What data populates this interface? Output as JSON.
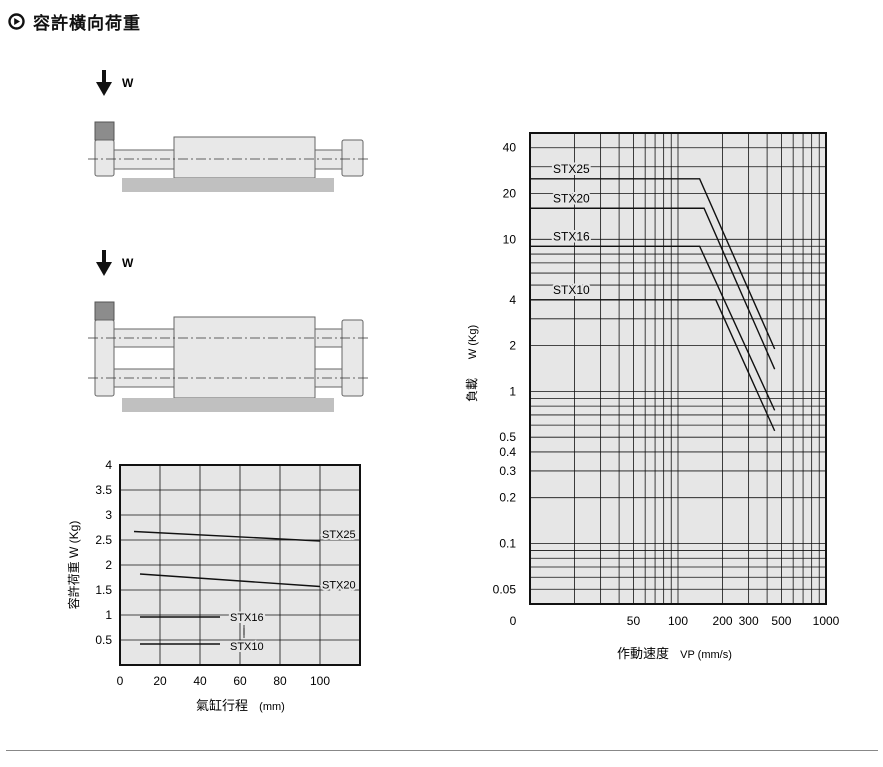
{
  "header": {
    "title": "容許橫向荷重",
    "icon": "circled-triangle-bullet-icon"
  },
  "diagrams": [
    {
      "load_label": "W",
      "icon": "down-arrow-icon"
    },
    {
      "load_label": "W",
      "icon": "down-arrow-icon"
    }
  ],
  "chart_data": [
    {
      "type": "line",
      "xlabel": "氣缸行程",
      "xunit": "(mm)",
      "ylabel": "容許荷重 W (Kg)",
      "xlim": [
        0,
        120
      ],
      "ylim": [
        0,
        4
      ],
      "xticks": [
        0,
        20,
        40,
        60,
        80,
        100
      ],
      "xtick_labels": [
        "0",
        "20",
        "40",
        "60",
        "80",
        "100"
      ],
      "yticks": [
        0.5,
        1,
        1.5,
        2,
        2.5,
        3,
        3.5,
        4
      ],
      "ytick_labels": [
        "0.5",
        "1",
        "1.5",
        "2",
        "2.5",
        "3",
        "3.5",
        "4"
      ],
      "grid": true,
      "series": [
        {
          "name": "STX25",
          "x": [
            7,
            100
          ],
          "y": [
            2.67,
            2.48
          ]
        },
        {
          "name": "STX20",
          "x": [
            10,
            100
          ],
          "y": [
            1.82,
            1.57
          ]
        },
        {
          "name": "STX16",
          "x": [
            10,
            50
          ],
          "y": [
            0.96,
            0.96
          ]
        },
        {
          "name": "STX10",
          "x": [
            10,
            50
          ],
          "y": [
            0.42,
            0.42
          ]
        }
      ]
    },
    {
      "type": "line",
      "xscale": "log",
      "yscale": "log",
      "xlabel": "作動速度",
      "xunit": "VP (mm/s)",
      "ylabel": "負載",
      "yunit": "W (Kg)",
      "xlim": [
        10,
        1000
      ],
      "ylim": [
        0.04,
        50
      ],
      "xticks": [
        50,
        100,
        200,
        300,
        500,
        1000
      ],
      "xtick_labels": [
        "50",
        "100",
        "200",
        "300",
        "500",
        "1000"
      ],
      "origin_label": "0",
      "yticks": [
        0.05,
        0.1,
        0.2,
        0.3,
        0.4,
        0.5,
        1,
        2,
        4,
        10,
        20,
        40
      ],
      "ytick_labels": [
        "0.05",
        "0.1",
        "0.2",
        "0.3",
        "0.4",
        "0.5",
        "1",
        "2",
        "4",
        "10",
        "20",
        "40"
      ],
      "grid": true,
      "series": [
        {
          "name": "STX25",
          "x": [
            10,
            140,
            450
          ],
          "y": [
            25,
            25,
            1.9
          ]
        },
        {
          "name": "STX20",
          "x": [
            10,
            150,
            450
          ],
          "y": [
            16,
            16,
            1.4
          ]
        },
        {
          "name": "STX16",
          "x": [
            10,
            140,
            450
          ],
          "y": [
            9,
            9,
            0.75
          ]
        },
        {
          "name": "STX10",
          "x": [
            10,
            180,
            450
          ],
          "y": [
            4,
            4,
            0.55
          ]
        }
      ]
    }
  ]
}
